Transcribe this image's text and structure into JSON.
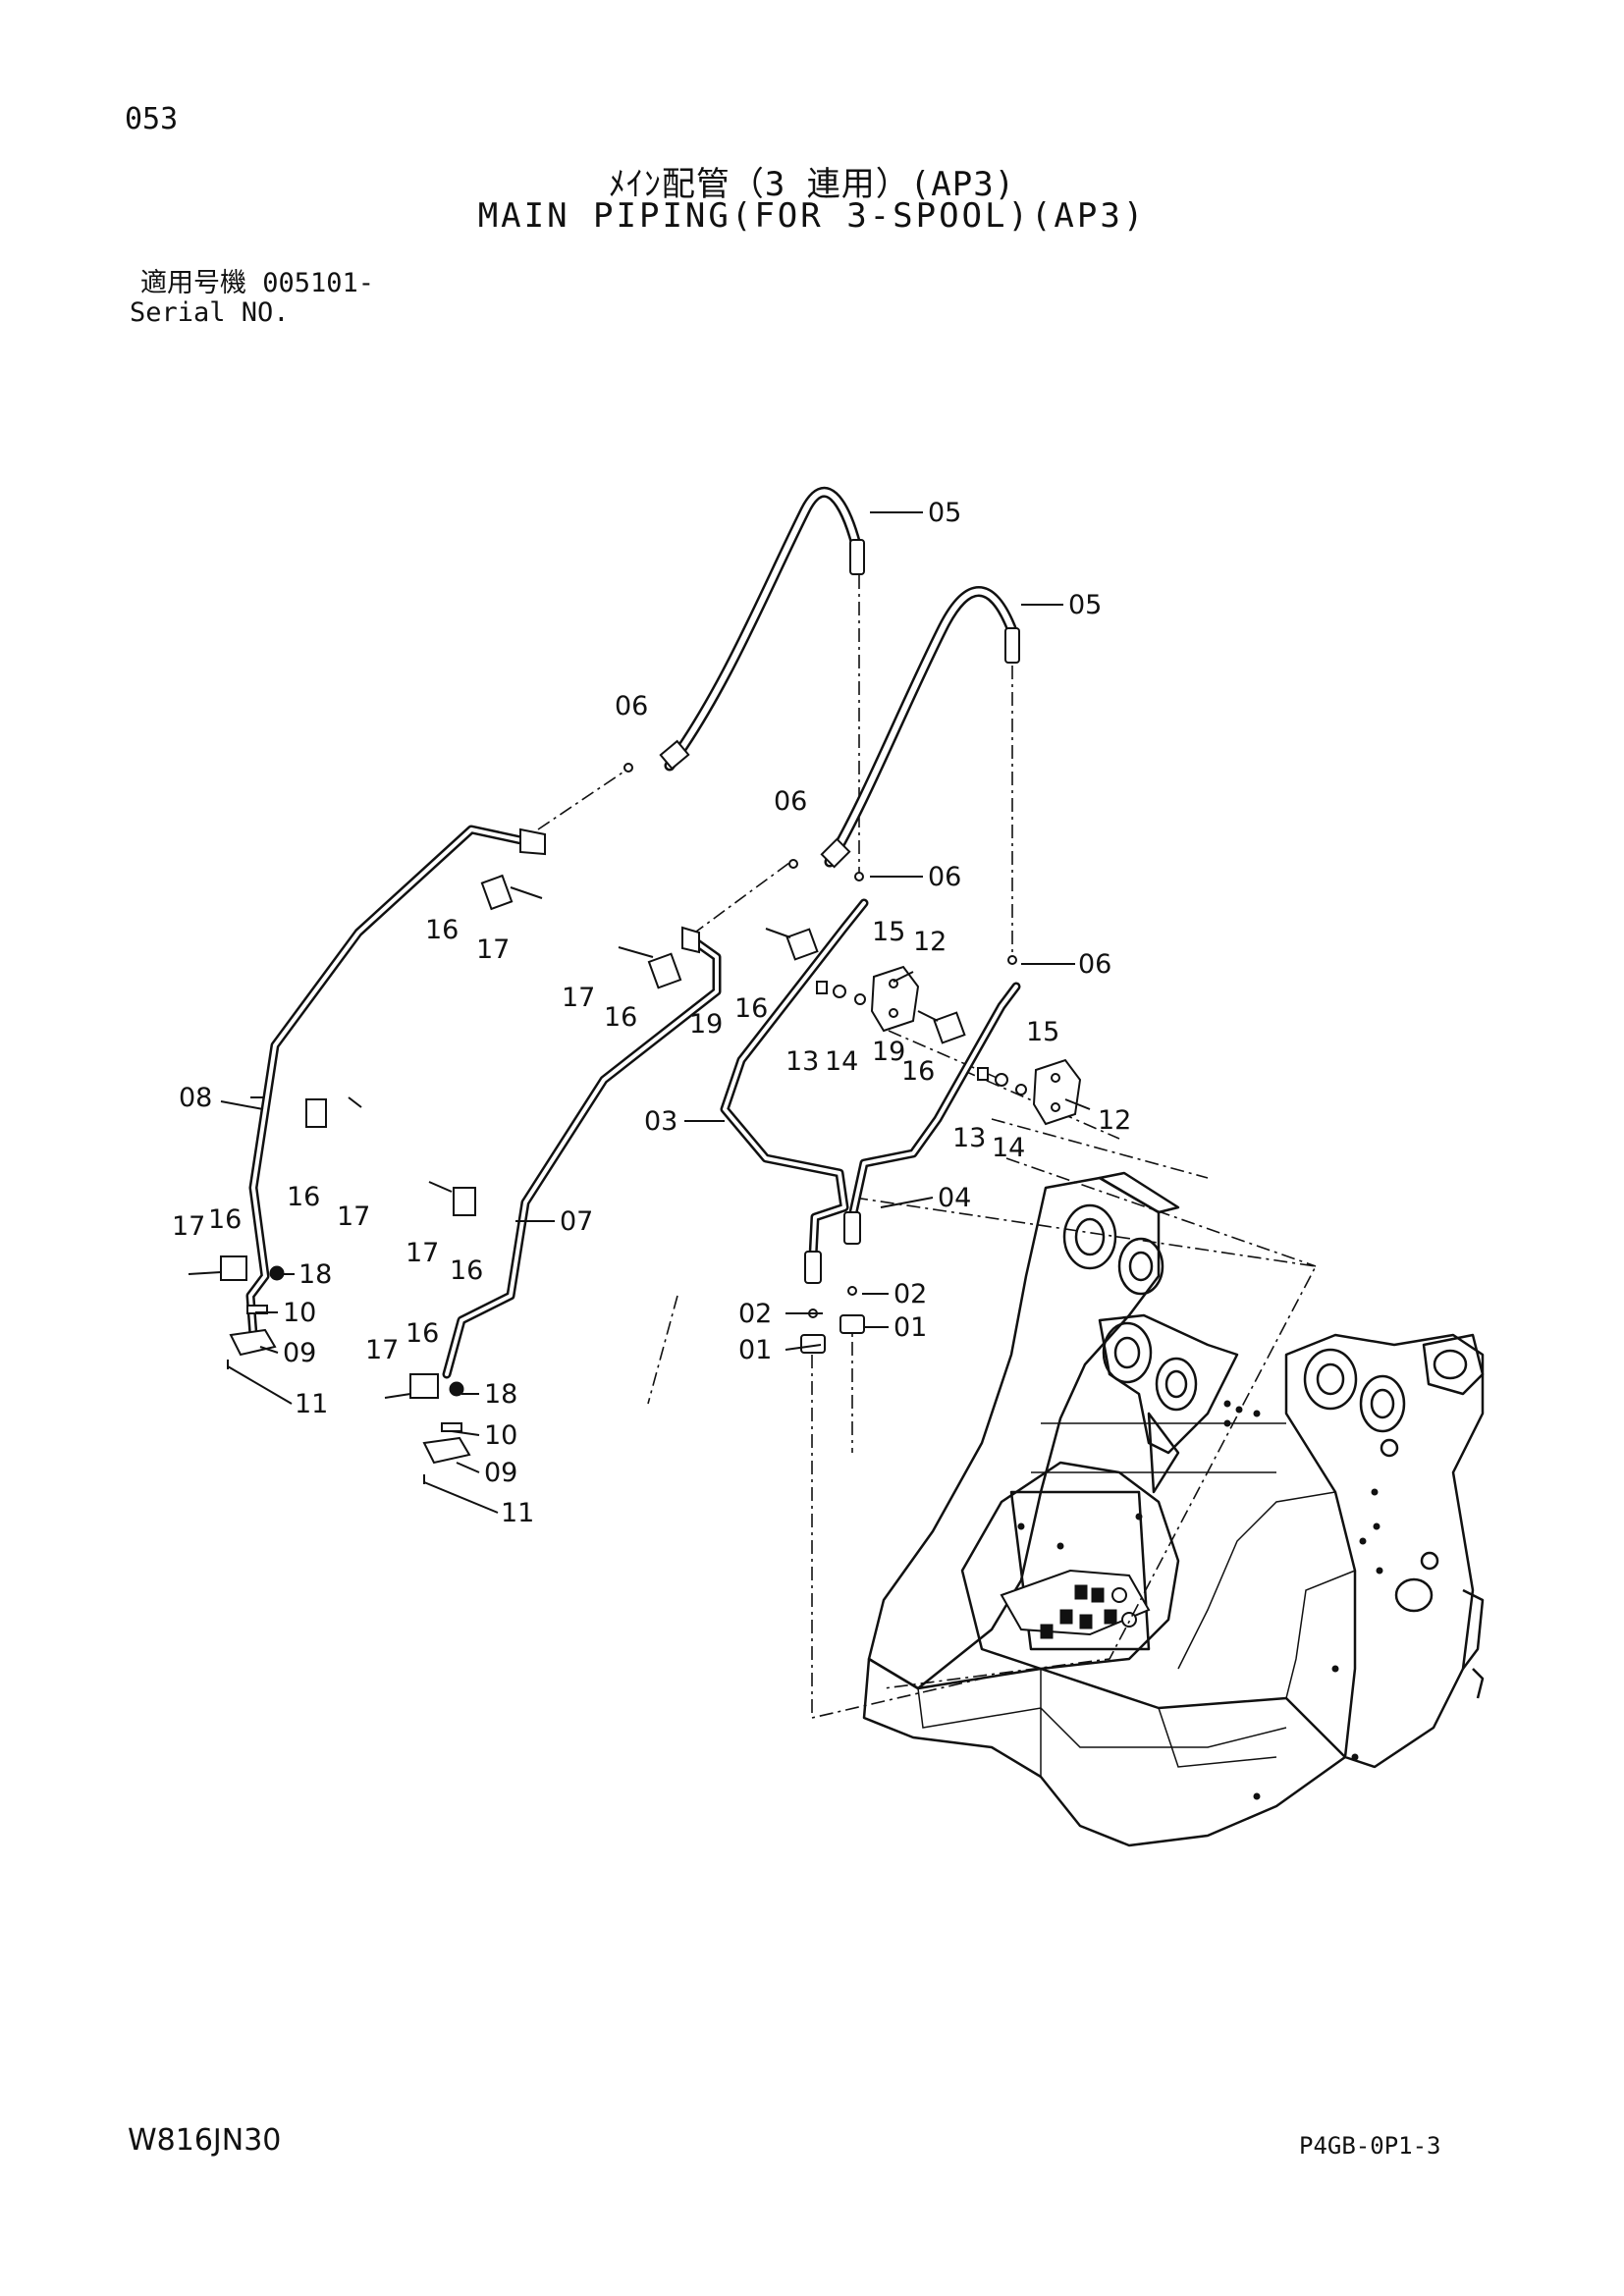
{
  "header": {
    "page_number": "053",
    "title_jp": "ﾒｲﾝ配管（3 連用）(AP3)",
    "title_en": "MAIN PIPING(FOR 3-SPOOL)(AP3)",
    "serial_label_jp": "適用号機 005101-",
    "serial_label_en": "Serial NO."
  },
  "footer": {
    "model": "W816JN30",
    "doc_code": "P4GB-0P1-3"
  },
  "callouts": {
    "c05a": "05",
    "c05b": "05",
    "c06a": "06",
    "c06b": "06",
    "c06c": "06",
    "c06d": "06",
    "c16a": "16",
    "c17a": "17",
    "c17b": "17",
    "c16b": "16",
    "c19a": "19",
    "c16c": "16",
    "c15a": "15",
    "c12a": "12",
    "c13a": "13",
    "c14a": "14",
    "c19b": "19",
    "c16d": "16",
    "c15b": "15",
    "c12b": "12",
    "c13b": "13",
    "c14b": "14",
    "c08": "08",
    "c03": "03",
    "c04": "04",
    "c07": "07",
    "c16e": "16",
    "c17c": "17",
    "c17d": "17",
    "c16f": "16",
    "c17e": "17",
    "c16g": "16",
    "c18a": "18",
    "c10a": "10",
    "c09a": "09",
    "c11a": "11",
    "c02a": "02",
    "c02b": "02",
    "c01a": "01",
    "c01b": "01",
    "c17f": "17",
    "c16h": "16",
    "c18b": "18",
    "c10b": "10",
    "c09b": "09",
    "c11b": "11"
  }
}
